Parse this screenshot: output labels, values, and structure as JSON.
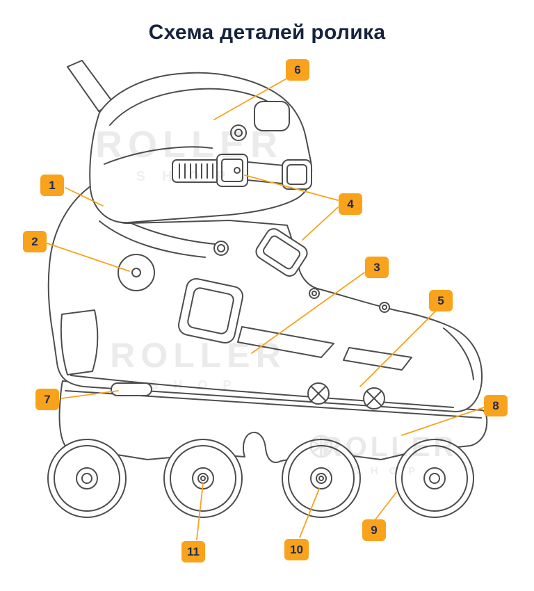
{
  "title": "Схема деталей ролика",
  "watermark": {
    "brand": "ROLLER",
    "sub": "SHOP"
  },
  "colors": {
    "accent": "#F9A21B",
    "title_text": "#16233E",
    "label_text": "#1D2B4F",
    "line_art": "#4D4D4D",
    "watermark": "#EBEBEB"
  },
  "labels": [
    {
      "id": 1,
      "number": "1"
    },
    {
      "id": 2,
      "number": "2"
    },
    {
      "id": 3,
      "number": "3"
    },
    {
      "id": 4,
      "number": "4"
    },
    {
      "id": 5,
      "number": "5"
    },
    {
      "id": 6,
      "number": "6"
    },
    {
      "id": 7,
      "number": "7"
    },
    {
      "id": 8,
      "number": "8"
    },
    {
      "id": 9,
      "number": "9"
    },
    {
      "id": 10,
      "number": "10"
    },
    {
      "id": 11,
      "number": "11"
    }
  ]
}
